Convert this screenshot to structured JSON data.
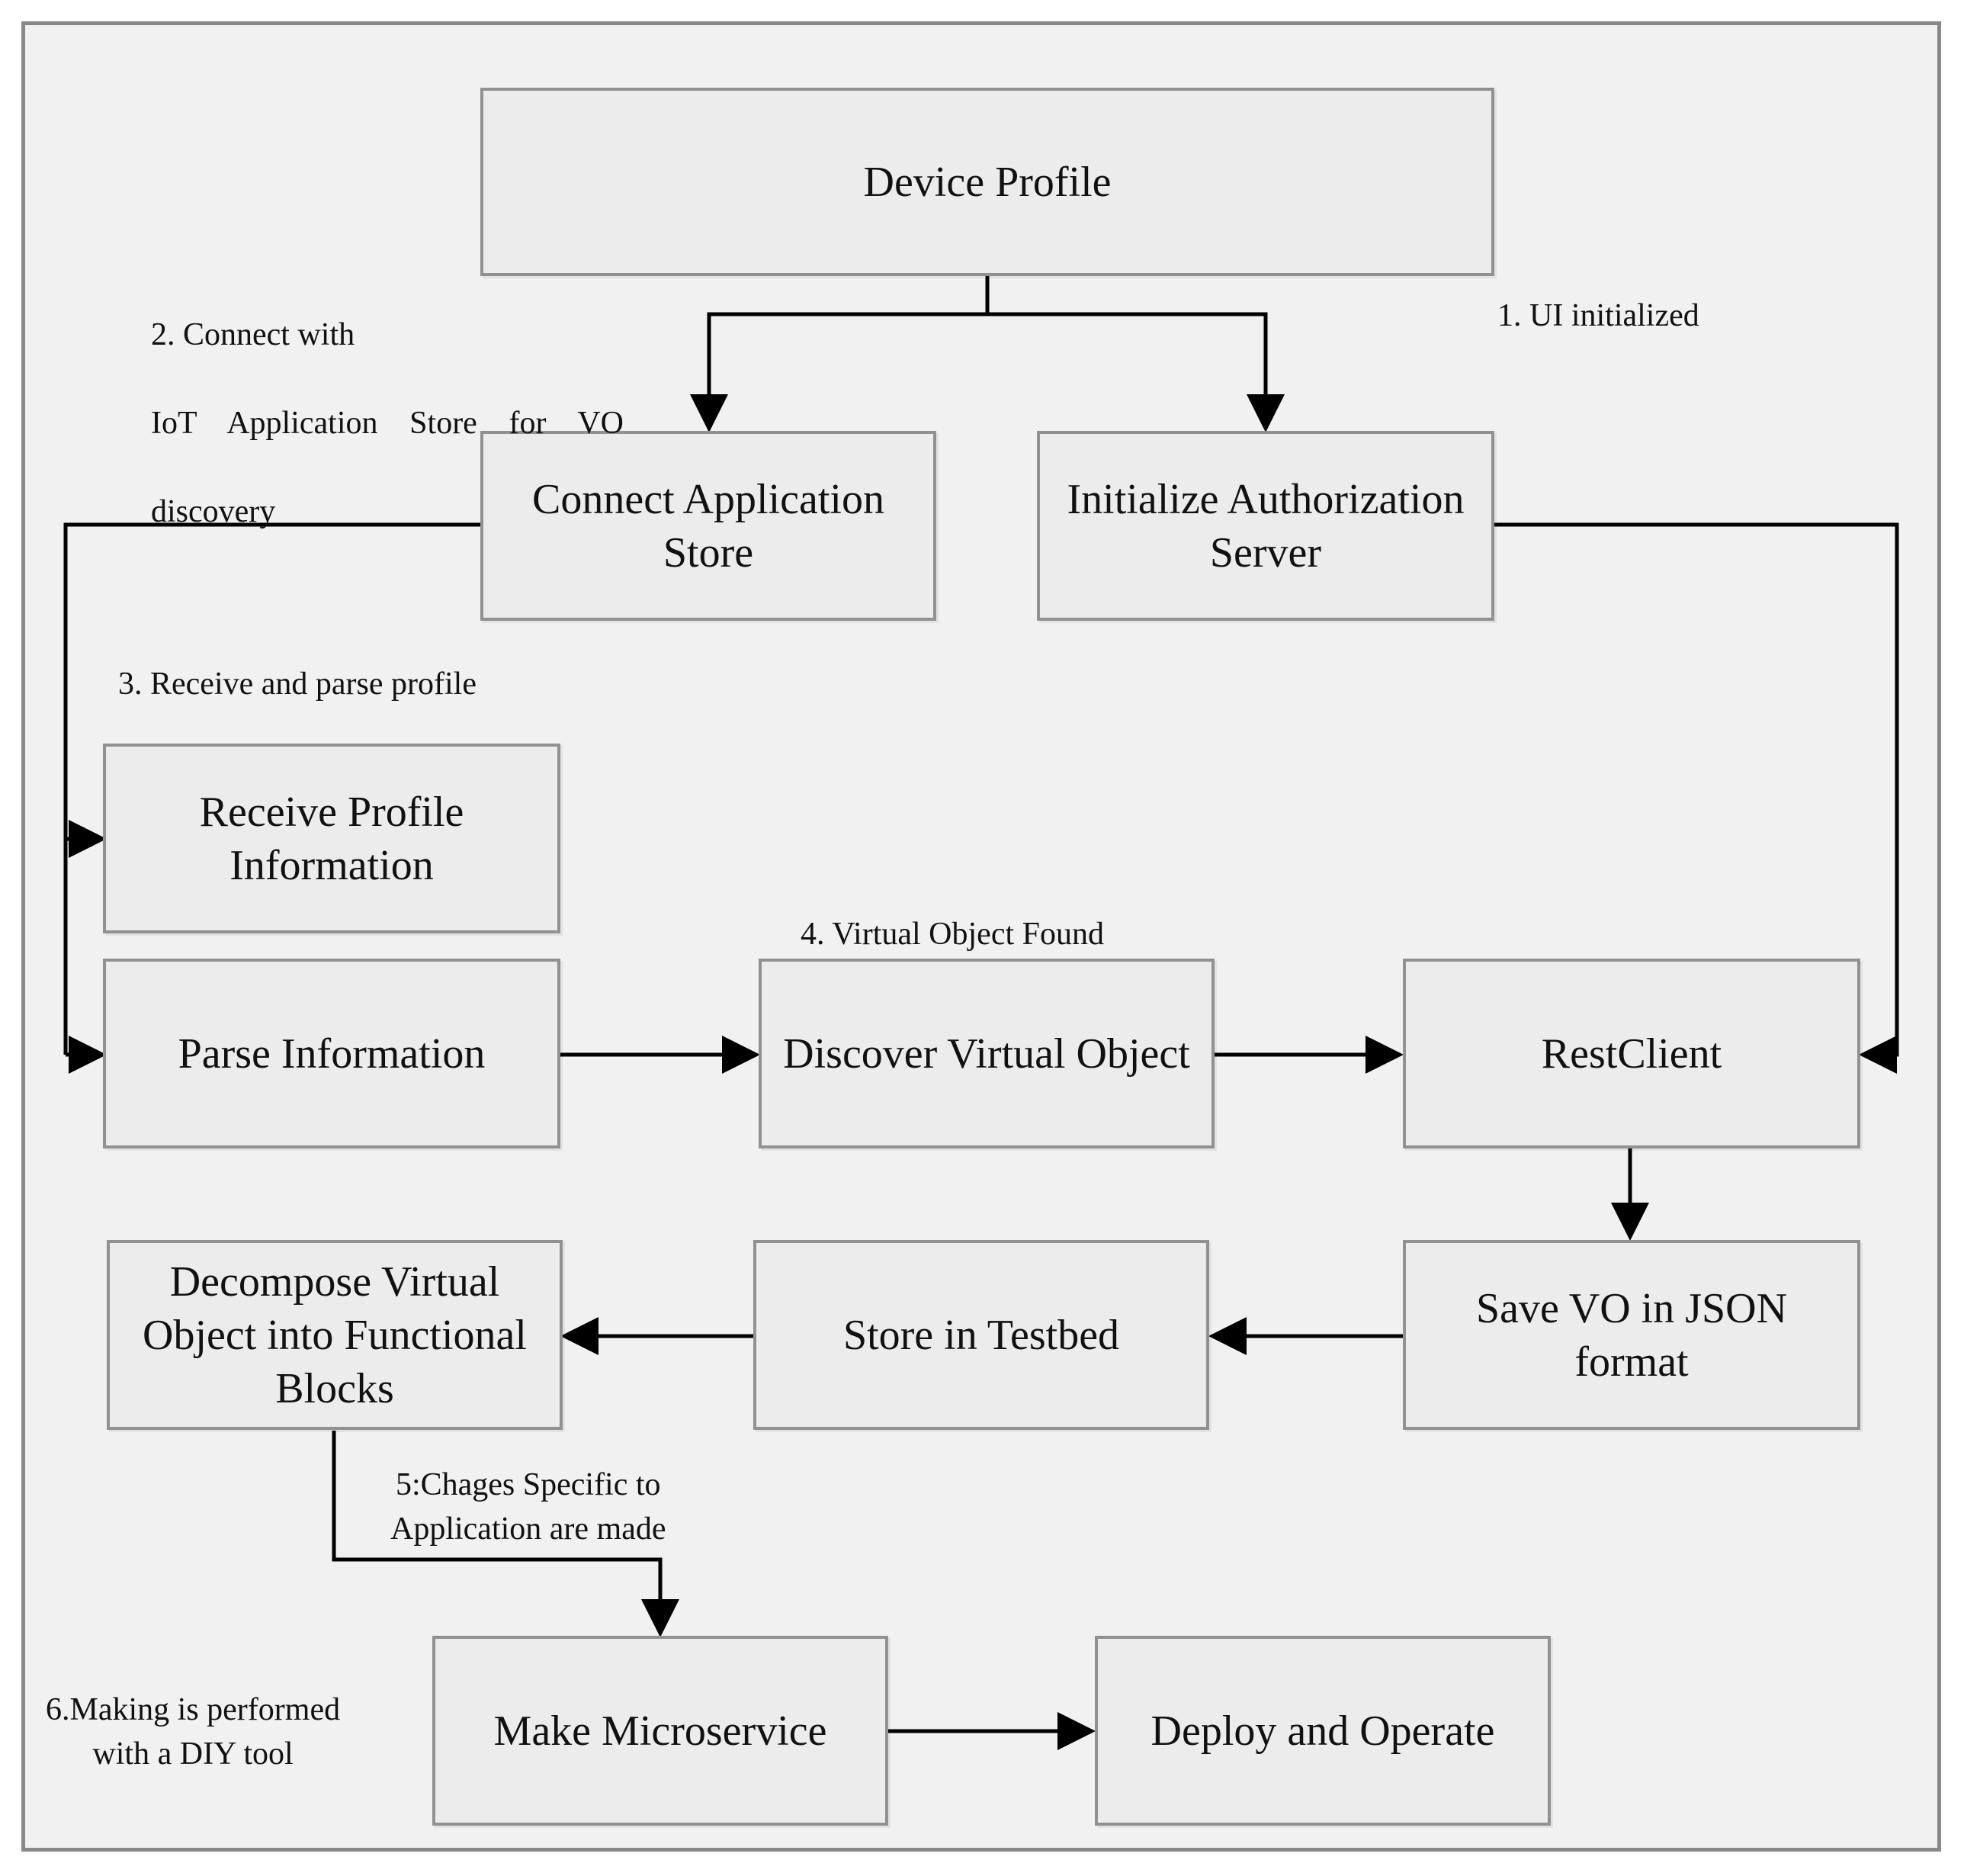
{
  "boxes": {
    "device_profile": "Device Profile",
    "connect_app_store": "Connect Application\nStore",
    "init_auth_server": "Initialize Authorization\nServer",
    "receive_profile": "Receive Profile\nInformation",
    "parse_info": "Parse Information",
    "discover_vo": "Discover Virtual Object",
    "rest_client": "RestClient",
    "save_vo_json": "Save VO in JSON\nformat",
    "store_testbed": "Store in Testbed",
    "decompose_vo": "Decompose Virtual\nObject into Functional\nBlocks",
    "make_microservice": "Make Microservice",
    "deploy_operate": "Deploy and Operate"
  },
  "notes": {
    "step1": "1. UI initialized",
    "step2_line1": "2. Connect with",
    "step2_line2": "IoT Application Store for VO",
    "step2_line3": "discovery",
    "step3": "3. Receive and parse profile",
    "step4": "4. Virtual Object Found",
    "step5": "5:Chages Specific to\nApplication are made",
    "step6": "6.Making is performed\nwith a DIY tool"
  },
  "colors": {
    "frame_bg": "#f1f1f1",
    "frame_border": "#888888",
    "box_bg": "#ececec",
    "box_border": "#919191",
    "connector": "#000000"
  }
}
